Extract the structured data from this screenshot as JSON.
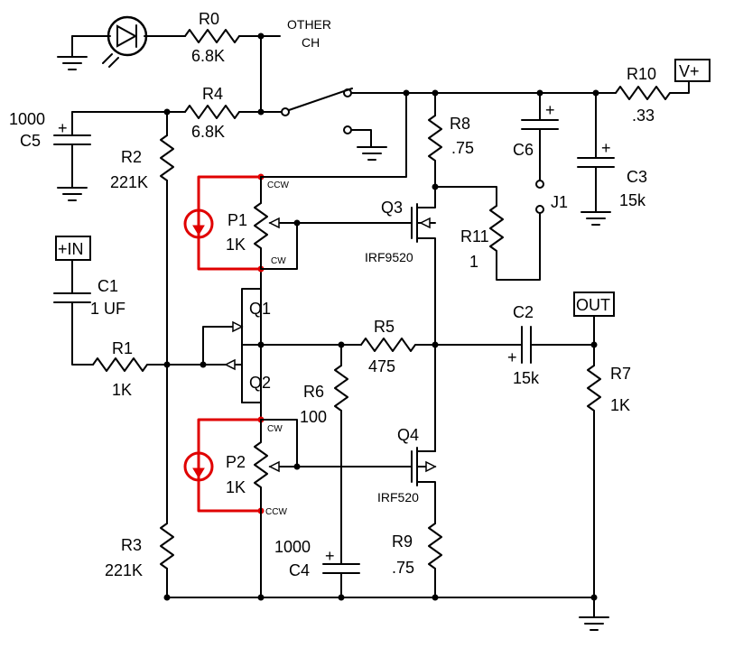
{
  "components": {
    "r0": {
      "ref": "R0",
      "value": "6.8K"
    },
    "r1": {
      "ref": "R1",
      "value": "1K"
    },
    "r2": {
      "ref": "R2",
      "value": "221K"
    },
    "r3": {
      "ref": "R3",
      "value": "221K"
    },
    "r4": {
      "ref": "R4",
      "value": "6.8K"
    },
    "r5": {
      "ref": "R5",
      "value": "475"
    },
    "r6": {
      "ref": "R6",
      "value": "100"
    },
    "r7": {
      "ref": "R7",
      "value": "1K"
    },
    "r8": {
      "ref": "R8",
      "value": ".75"
    },
    "r9": {
      "ref": "R9",
      "value": ".75"
    },
    "r10": {
      "ref": "R10",
      "value": ".33"
    },
    "r11": {
      "ref": "R11",
      "value": "1"
    },
    "c1": {
      "ref": "C1",
      "value": "1 UF"
    },
    "c2": {
      "ref": "C2",
      "value": "15k"
    },
    "c3": {
      "ref": "C3",
      "value": "15k"
    },
    "c4": {
      "ref": "C4",
      "value": "1000"
    },
    "c5": {
      "ref": "C5",
      "value": "1000"
    },
    "c6": {
      "ref": "C6"
    },
    "p1": {
      "ref": "P1",
      "value": "1K",
      "ccw": "CCW",
      "cw": "CW"
    },
    "p2": {
      "ref": "P2",
      "value": "1K",
      "ccw": "CCW",
      "cw": "CW"
    },
    "q1": {
      "ref": "Q1"
    },
    "q2": {
      "ref": "Q2"
    },
    "q3": {
      "ref": "Q3",
      "part": "IRF9520"
    },
    "q4": {
      "ref": "Q4",
      "part": "IRF520"
    },
    "j1": {
      "ref": "J1"
    }
  },
  "ports": {
    "input": "+IN",
    "output": "OUT",
    "supply": "V+",
    "other_channel_line1": "OTHER",
    "other_channel_line2": "CH"
  },
  "plus_sign": "+",
  "colors": {
    "wire": "#000000",
    "highlight": "#e00000",
    "background": "#ffffff"
  }
}
